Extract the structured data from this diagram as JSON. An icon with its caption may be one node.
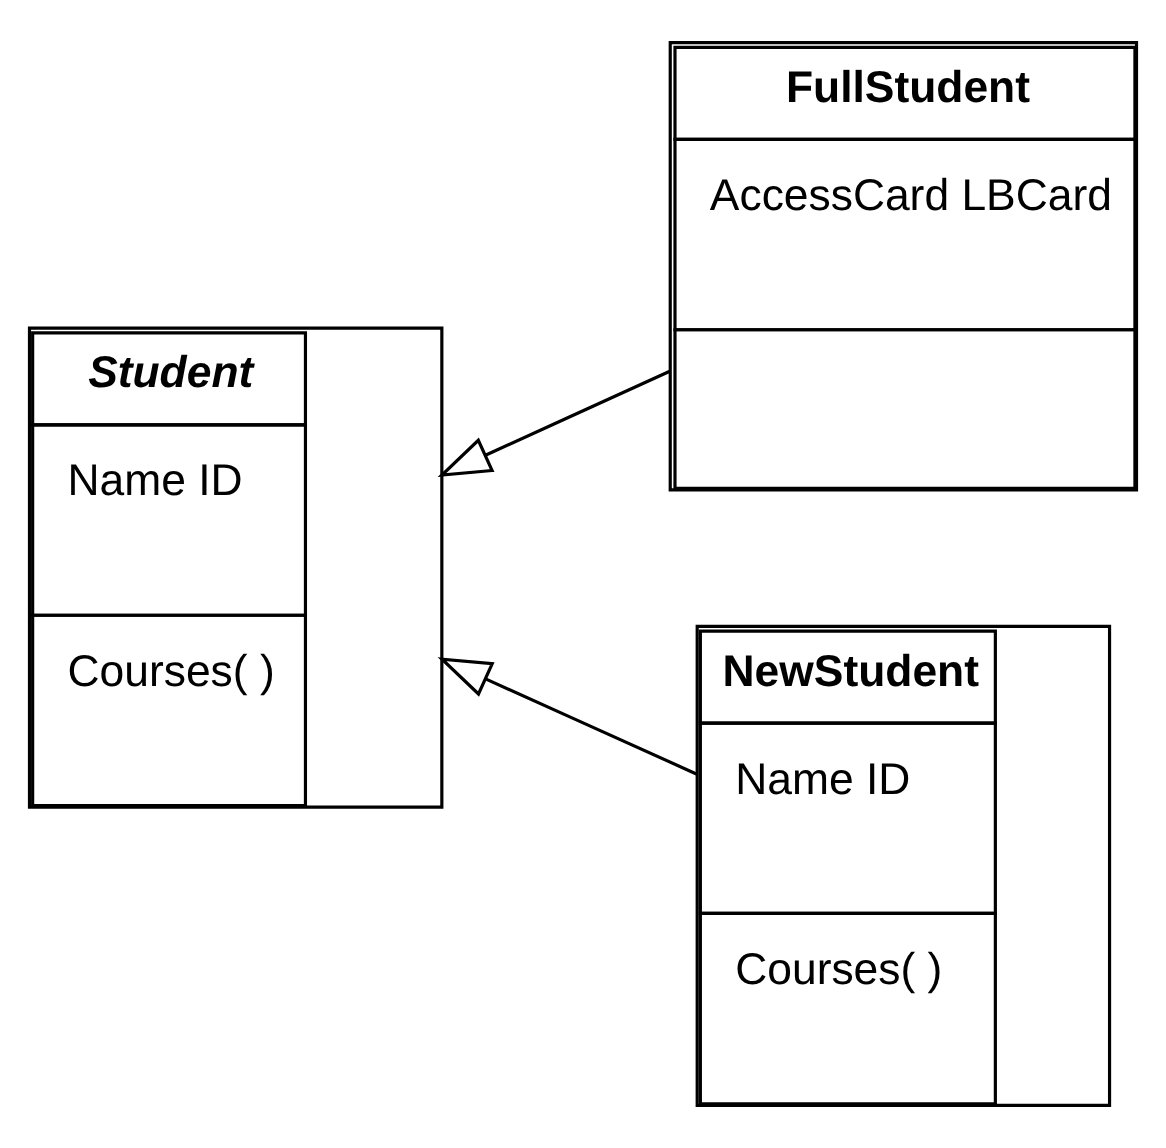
{
  "diagram": {
    "nodes": [
      {
        "text": [
          "Student",
          "Name ID",
          "Courses( )"
        ]
      },
      {
        "text": [
          "FullStudent",
          "AccessCard LBCard"
        ]
      },
      {
        "text": [
          "NewStudent",
          "Name ID",
          "Courses( )"
        ]
      }
    ],
    "edges": [
      {
        "from": 1,
        "to": 0,
        "arrow": "to"
      },
      {
        "from": 2,
        "to": 0,
        "arrow": "to"
      }
    ]
  }
}
